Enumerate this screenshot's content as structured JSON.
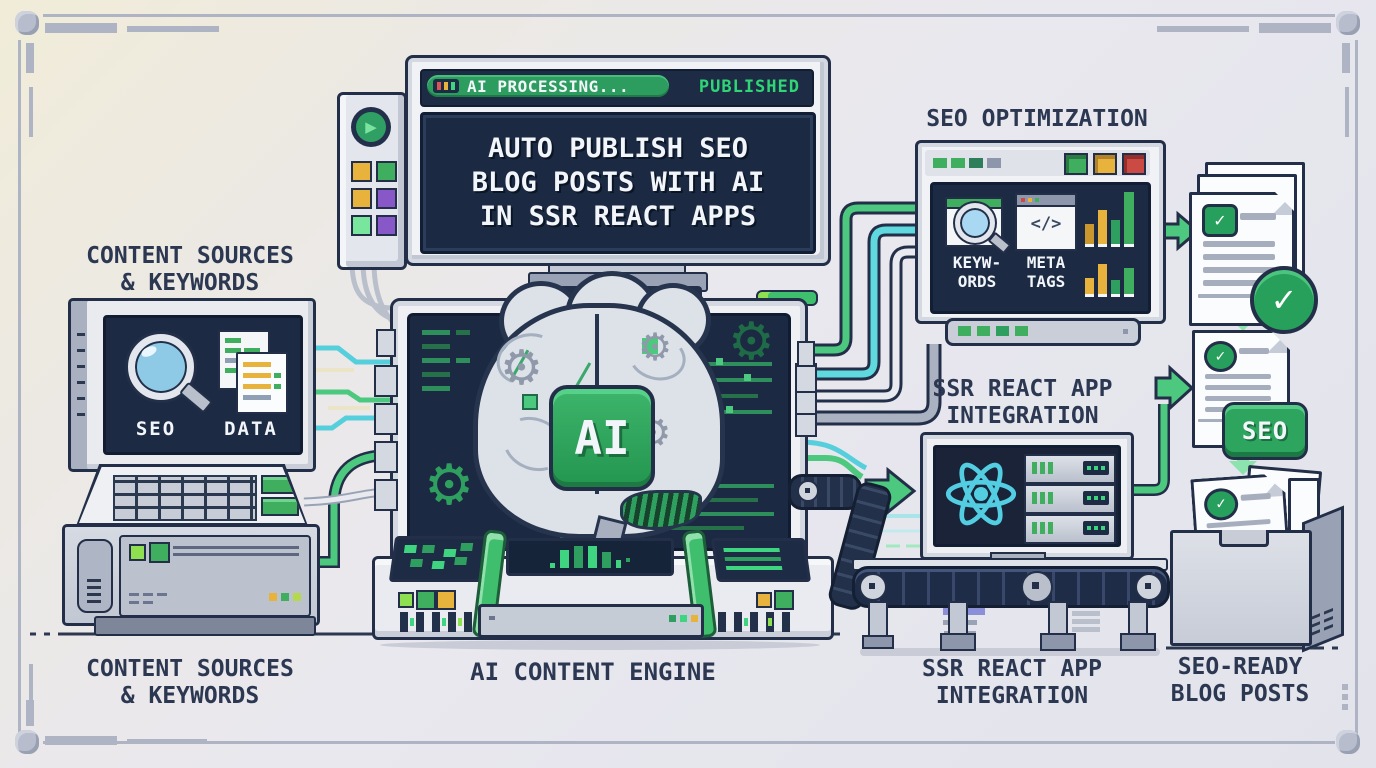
{
  "title": "Pixel-art workflow illustration: Auto Publish SEO Blog Posts with AI in SSR React Apps",
  "colors": {
    "accent_green": "#2ea55f",
    "bright_green": "#3fd47f",
    "pill_green": "#2c9c5f",
    "cyan": "#55cfdc",
    "react_blue": "#53cde2",
    "navy_outline": "#232f48",
    "screen_navy": "#1b2a42",
    "yellow": "#e8b33c",
    "red": "#cc4a44",
    "purple": "#8958c8"
  },
  "monitor": {
    "status_bar": {
      "processing": "AI PROCESSING...",
      "published": "PUBLISHED"
    },
    "headline": {
      "line1": "AUTO PUBLISH SEO",
      "line2": "BLOG POSTS WITH AI",
      "line3": "IN SSR REACT APPS"
    }
  },
  "content_sources": {
    "header": {
      "line1": "CONTENT SOURCES",
      "line2": "& KEYWORDS"
    },
    "screen": {
      "seo_label": "SEO",
      "data_label": "DATA"
    },
    "caption": {
      "line1": "CONTENT SOURCES",
      "line2": "& KEYWORDS"
    }
  },
  "ai_engine": {
    "badge": "AI",
    "caption": "AI CONTENT ENGINE"
  },
  "seo_optimization": {
    "header": "SEO OPTIMIZATION",
    "keywords": {
      "line1": "KEYW-",
      "line2": "ORDS"
    },
    "meta_tags": {
      "line1": "META",
      "line2": "TAGS"
    }
  },
  "ssr_integration": {
    "header": {
      "line1": "SSR REACT APP",
      "line2": "INTEGRATION"
    },
    "caption": {
      "line1": "SSR REACT APP",
      "line2": "INTEGRATION"
    }
  },
  "blog_output": {
    "seo_badge": "SEO",
    "caption": {
      "line1": "SEO-READY",
      "line2": "BLOG POSTS"
    }
  },
  "icons": {
    "play": "▶",
    "gear": "⚙",
    "check": "✓",
    "code": "</>"
  }
}
